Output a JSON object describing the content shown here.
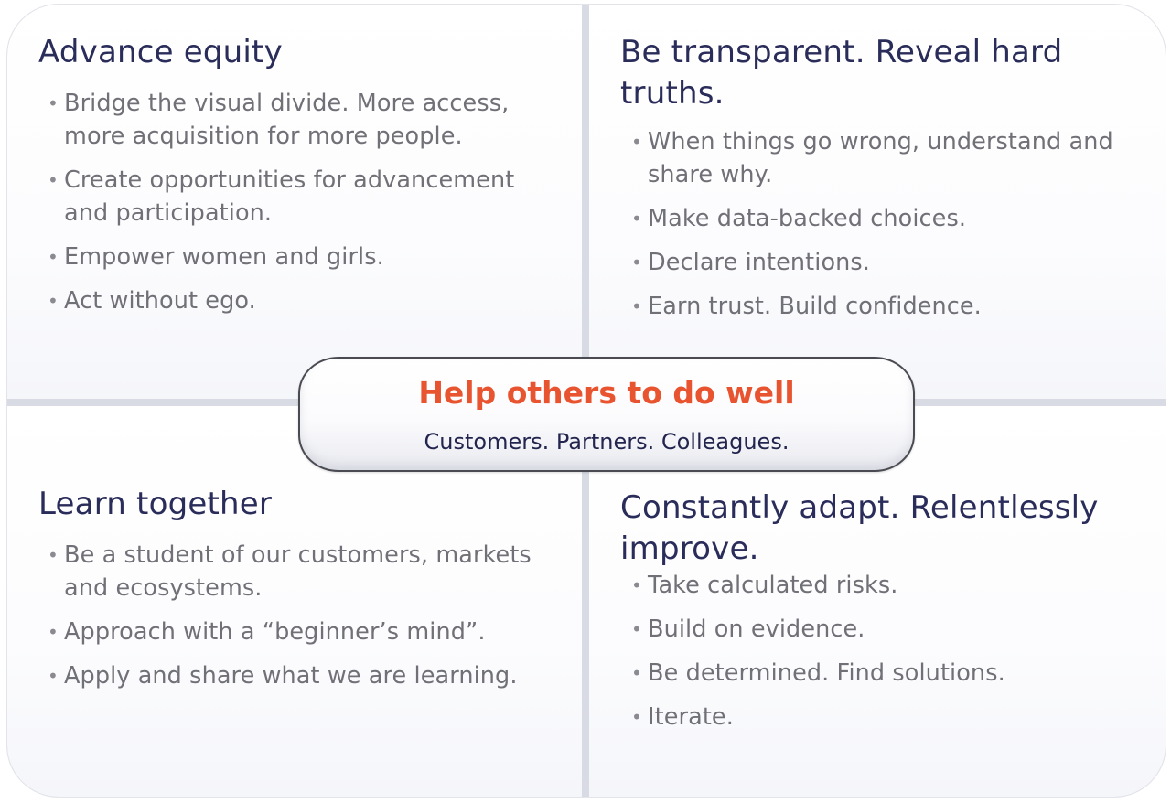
{
  "quadrants": {
    "top_left": {
      "heading": "Advance equity",
      "bullets": [
        "Bridge the visual divide. More access, more acquisition for more people.",
        "Create opportunities for advancement and participation.",
        "Empower women and girls.",
        "Act without ego."
      ]
    },
    "top_right": {
      "heading": "Be transparent. Reveal hard truths.",
      "bullets": [
        "When things go wrong, understand and share why.",
        "Make data-backed choices.",
        "Declare intentions.",
        "Earn trust. Build confidence."
      ]
    },
    "bottom_left": {
      "heading": "Learn together",
      "bullets": [
        "Be a student of our customers, markets and ecosystems.",
        "Approach with a “beginner’s mind”.",
        "Apply and share what we are learning."
      ]
    },
    "bottom_right": {
      "heading": "Constantly adapt. Relentlessly improve.",
      "bullets": [
        "Take calculated risks.",
        "Build on evidence.",
        "Be determined. Find solutions.",
        "Iterate."
      ]
    }
  },
  "center": {
    "title": "Help others to do well",
    "subtitle": "Customers. Partners. Colleagues."
  },
  "colors": {
    "heading": "#2a2c5a",
    "bullet_text": "#707077",
    "center_title": "#e8542f",
    "center_subtitle": "#23254f",
    "divider": "#d9dbe4"
  }
}
